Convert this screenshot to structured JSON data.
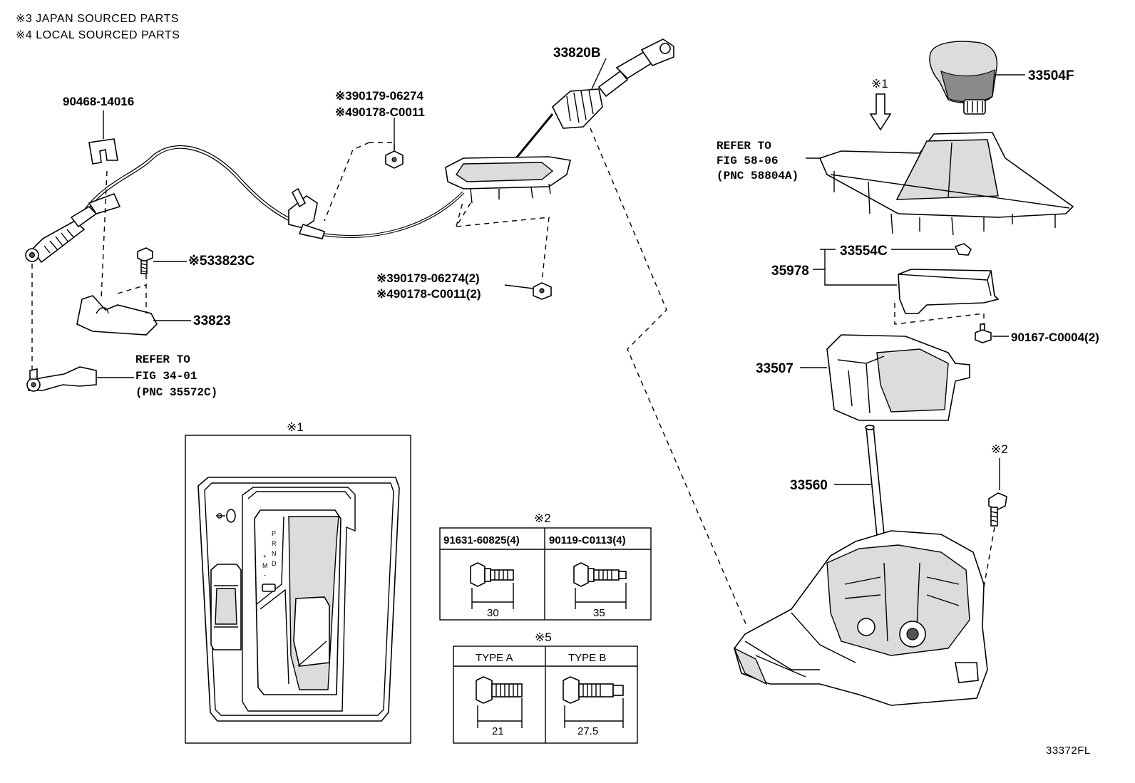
{
  "notes": {
    "japan": "※3 JAPAN SOURCED PARTS",
    "local": "※4 LOCAL SOURCED PARTS"
  },
  "labels": {
    "p90468": "90468-14016",
    "p33820b": "33820B",
    "p90179_top": "※390179-06274",
    "p90178_top": "※490178-C0011",
    "p33823c": "※533823C",
    "p33823": "33823",
    "p90179_2": "※390179-06274(2)",
    "p90178_2": "※490178-C0011(2)",
    "ref1_l1": "REFER TO",
    "ref1_l2": "FIG 34-01",
    "ref1_l3": "(PNC 35572C)",
    "p33504f": "33504F",
    "mark1_arrow": "※1",
    "ref2_l1": "REFER TO",
    "ref2_l2": "FIG 58-06",
    "ref2_l3": "(PNC 58804A)",
    "p33554c": "33554C",
    "p35978": "35978",
    "p90167": "90167-C0004(2)",
    "p33507": "33507",
    "mark2_bolt": "※2",
    "p33560": "33560",
    "diagram_code": "33372FL"
  },
  "inset1": {
    "mark": "※1",
    "gear_letters": [
      "P",
      "R",
      "N",
      "D"
    ],
    "manual_letters": [
      "+",
      "M",
      "-"
    ]
  },
  "table2": {
    "mark": "※2",
    "columns": [
      {
        "part": "91631-60825(4)",
        "length": "30"
      },
      {
        "part": "90119-C0113(4)",
        "length": "35"
      }
    ]
  },
  "table5": {
    "mark": "※5",
    "columns": [
      {
        "type": "TYPE  A",
        "length": "21"
      },
      {
        "type": "TYPE  B",
        "length": "27.5"
      }
    ]
  }
}
